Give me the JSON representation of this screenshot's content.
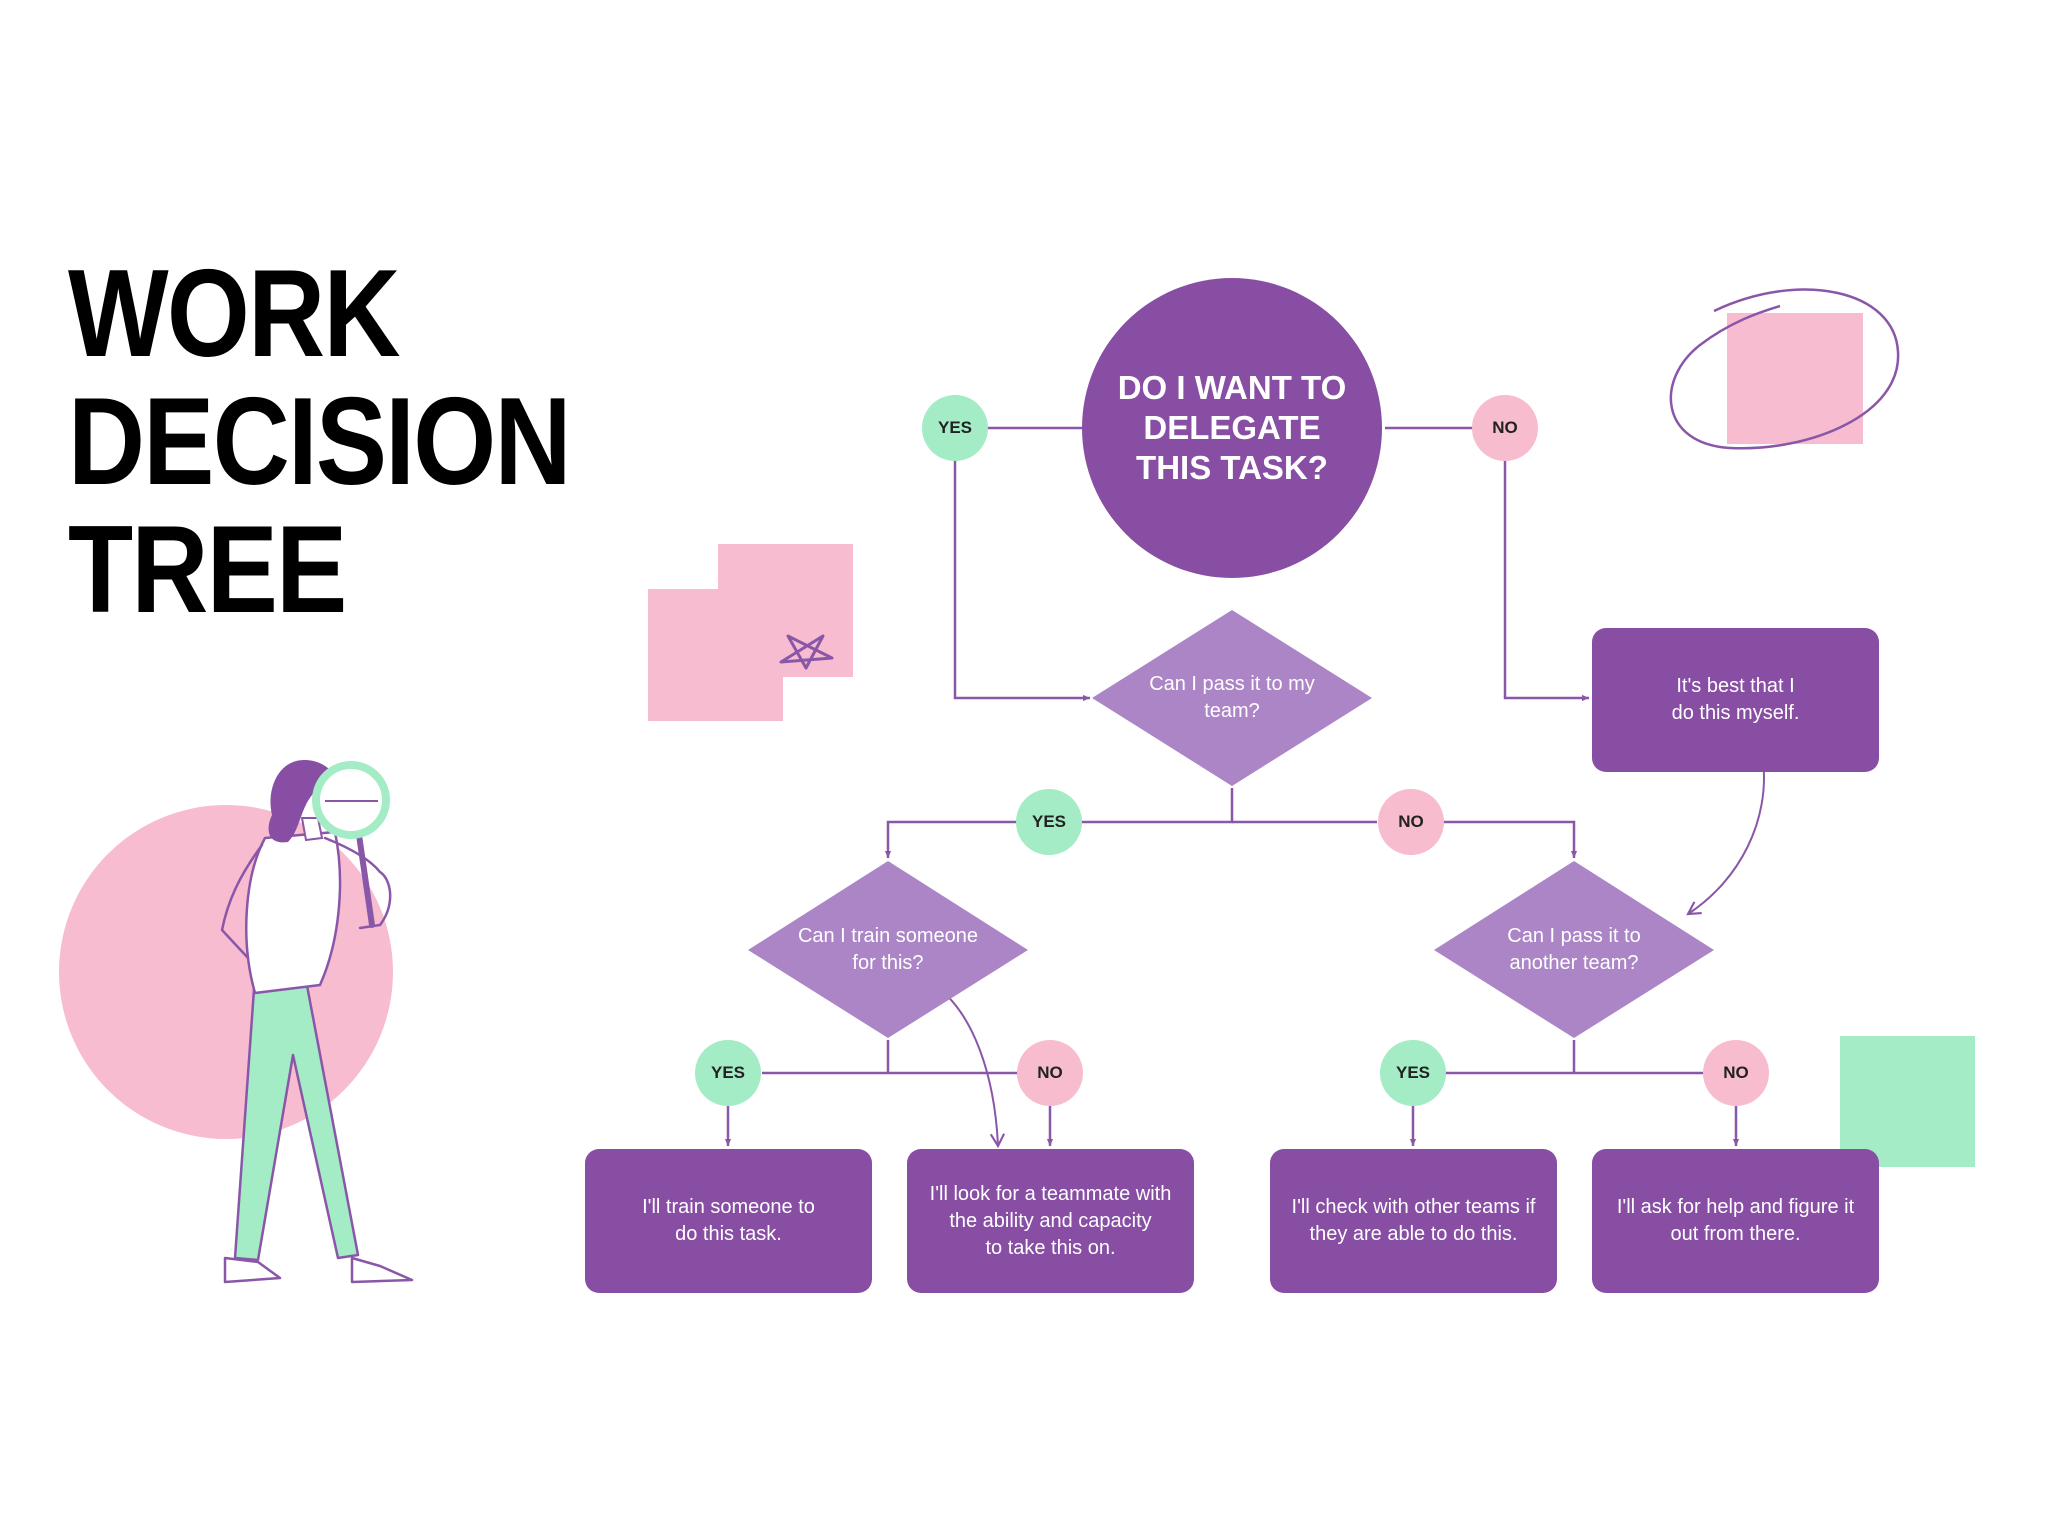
{
  "title_lines": [
    "WORK",
    "DECISION",
    "TREE"
  ],
  "colors": {
    "purple": "#874ea4",
    "light_purple": "#ab85c5",
    "yes_green": "#a3ecc6",
    "no_pink": "#f7bccd",
    "pink_decor": "#f7bccf",
    "mint_decor": "#a3ecc6",
    "connector": "#8a57a8"
  },
  "root": {
    "text": "DO I WANT TO\nDELEGATE\nTHIS TASK?"
  },
  "decisions": {
    "pass_team": "Can I pass it to my\nteam?",
    "train": "Can I train someone\nfor this?",
    "another_team": "Can I pass it to\nanother team?"
  },
  "outcomes": {
    "myself": "It's best that I\ndo this myself.",
    "train_someone": "I'll train someone to\ndo this task.",
    "teammate": "I'll look for a teammate with\nthe ability and capacity\nto take this on.",
    "other_teams": "I'll check with other teams if\nthey are able to do this.",
    "ask_help": "I'll ask for help and figure it\nout from there."
  },
  "answers": {
    "yes": "YES",
    "no": "NO"
  }
}
